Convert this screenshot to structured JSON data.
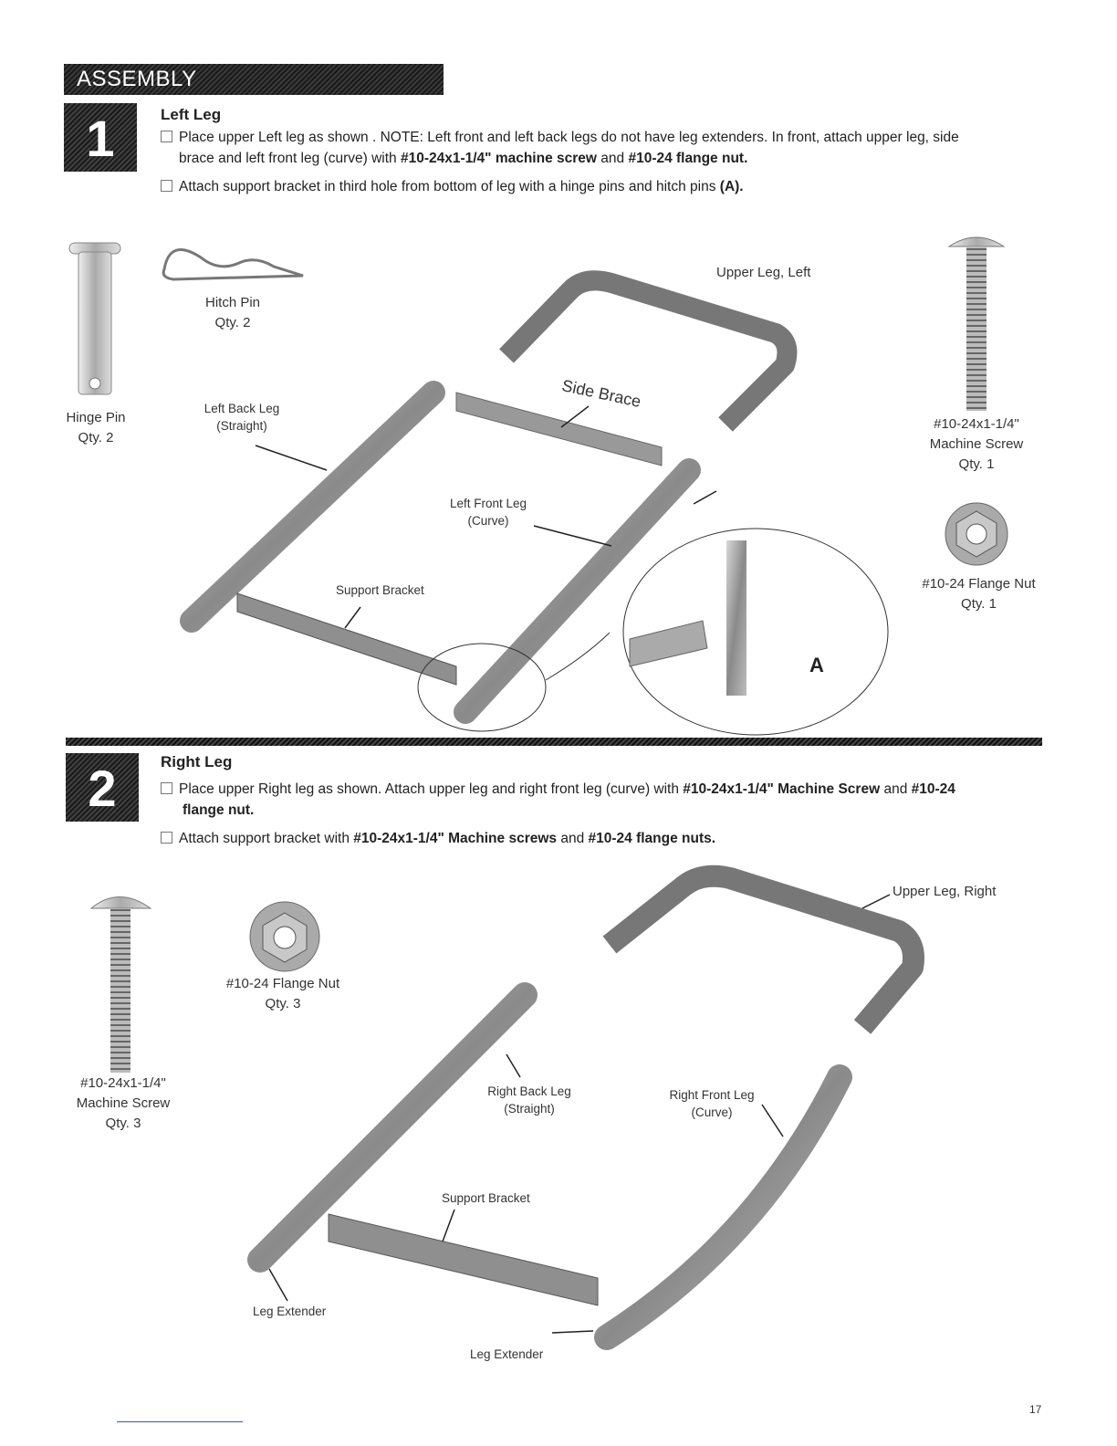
{
  "header": {
    "title": "ASSEMBLY"
  },
  "step1": {
    "number": "1",
    "title": "Left Leg",
    "line1_a": "Place upper Left leg as shown . NOTE: Left front and left back legs do not have leg extenders.  In front, attach upper leg, side",
    "line1_b_pre": "brace and left front leg (curve) with ",
    "line1_b_bold1": "#10-24x1-1/4\" machine screw",
    "line1_b_mid": " and ",
    "line1_b_bold2": "#10-24 flange nut.",
    "line2_pre": "Attach support bracket in third hole from bottom of leg with a hinge pins and hitch pins  ",
    "line2_bold": "(A).",
    "labels": {
      "hitch_pin": "Hitch Pin",
      "hitch_pin_qty": "Qty. 2",
      "hinge_pin": "Hinge Pin",
      "hinge_pin_qty": "Qty. 2",
      "left_back_leg": "Left Back Leg",
      "left_back_leg_sub": "(Straight)",
      "upper_leg_left": "Upper Leg, Left",
      "side_brace": "Side Brace",
      "left_front_leg": "Left Front Leg",
      "left_front_leg_sub": "(Curve)",
      "support_bracket": "Support Bracket",
      "screw": "#10-24x1-1/4\"",
      "screw_name": "Machine Screw",
      "screw_qty": "Qty. 1",
      "nut": "#10-24 Flange Nut",
      "nut_qty": "Qty. 1",
      "detail": "A"
    }
  },
  "step2": {
    "number": "2",
    "title": "Right Leg",
    "line1_pre": "Place upper Right leg as shown. Attach upper leg and right front leg (curve) with ",
    "line1_bold1": "#10-24x1-1/4\" Machine Screw",
    "line1_mid": " and ",
    "line1_bold2": "#10-24",
    "line1_b_bold": "flange nut.",
    "line2_pre": "Attach support bracket with ",
    "line2_bold1": "#10-24x1-1/4\" Machine screws",
    "line2_mid": " and ",
    "line2_bold2": "#10-24 flange nuts.",
    "labels": {
      "upper_leg_right": "Upper Leg, Right",
      "nut": "#10-24 Flange Nut",
      "nut_qty": "Qty. 3",
      "screw": "#10-24x1-1/4\"",
      "screw_name": "Machine Screw",
      "screw_qty": "Qty. 3",
      "right_back_leg": "Right Back Leg",
      "right_back_leg_sub": "(Straight)",
      "right_front_leg": "Right Front Leg",
      "right_front_leg_sub": "(Curve)",
      "support_bracket": "Support Bracket",
      "leg_extender_1": "Leg Extender",
      "leg_extender_2": "Leg Extender"
    }
  },
  "page_number": "17"
}
